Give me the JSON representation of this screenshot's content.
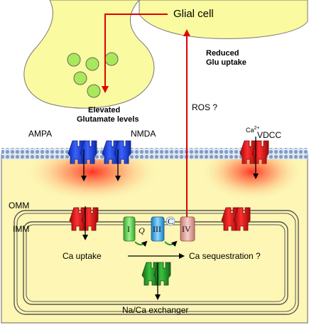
{
  "labels": {
    "glial_cell": "Glial cell",
    "reduced_glu_uptake_1": "Reduced",
    "reduced_glu_uptake_2": "Glu uptake",
    "elevated_1": "Elevated",
    "elevated_2": "Glutamate levels",
    "ros": "ROS ?",
    "ampa": "AMPA",
    "nmda": "NMDA",
    "ca2_base": "Ca",
    "ca2_sup": "2+",
    "vdcc": "VDCC",
    "omm": "OMM",
    "imm": "IMM",
    "complex_1": "I",
    "complex_q": "Q",
    "complex_3": "III",
    "complex_c": "C",
    "complex_4": "IV",
    "ca_uptake": "Ca uptake",
    "ca_sequestration": "Ca sequestration ?",
    "exchanger": "Na/Ca exchanger"
  },
  "colors": {
    "cytoplasm": "#fdf6b4",
    "presynaptic": "#fafaa0",
    "vesicle": "#a8e85a",
    "membrane": "#9cb4d4",
    "ampa_nmda": "#1f3fd8",
    "vdcc": "#e01818",
    "mito_channel": "#e01818",
    "complex_1": "#5ccc50",
    "complex_3": "#39a6e0",
    "complex_4": "#e6a5a0",
    "exchanger": "#2e9a2e",
    "ros_arrow": "#e00000",
    "glow": "#ff3a2a"
  }
}
